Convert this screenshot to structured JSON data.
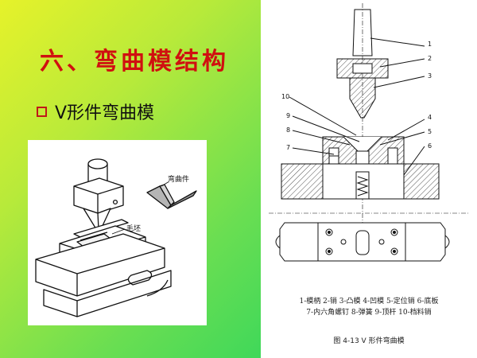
{
  "slide": {
    "title": "六、弯曲模结构",
    "bullet": "V形件弯曲模",
    "colors": {
      "title": "#d01010",
      "bullet_box": "#c01818",
      "background_start": "#e6f22a",
      "background_end": "#22cf59"
    }
  },
  "iso_figure": {
    "label_part": "弯曲件",
    "label_blank": "毛坯"
  },
  "tech_figure": {
    "callouts": [
      "1",
      "2",
      "3",
      "4",
      "5",
      "6",
      "7",
      "8",
      "9",
      "10"
    ],
    "legend_line1": "1-模柄  2-销  3-凸模  4-凹模  5-定位销  6-底板",
    "legend_line2": "7-内六角螺钉  8-弹簧  9-顶杆  10-档料销",
    "caption": "图 4-13   V 形件弯曲模"
  }
}
